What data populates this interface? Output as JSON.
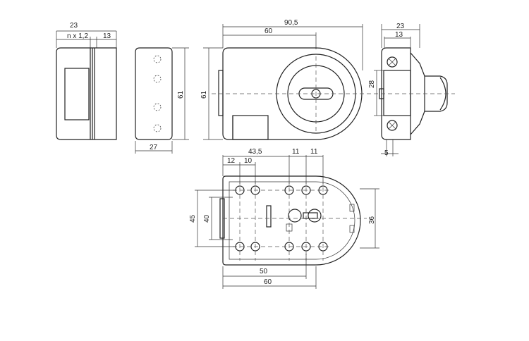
{
  "drawing": {
    "side_left": {
      "width": "23",
      "plate": "n x 1,2",
      "body": "13"
    },
    "back": {
      "height": "61",
      "depth": "27"
    },
    "front": {
      "width_total": "90,5",
      "width_body": "60",
      "height": "61"
    },
    "side_right": {
      "width": "23",
      "inner": "13",
      "cylinder": "28",
      "offset": "5"
    },
    "plan": {
      "d1": "43,5",
      "d2": "12",
      "d3": "10",
      "d4": "11",
      "d5": "11",
      "h1": "45",
      "h2": "40",
      "h3": "36",
      "w1": "50",
      "w2": "60"
    }
  }
}
